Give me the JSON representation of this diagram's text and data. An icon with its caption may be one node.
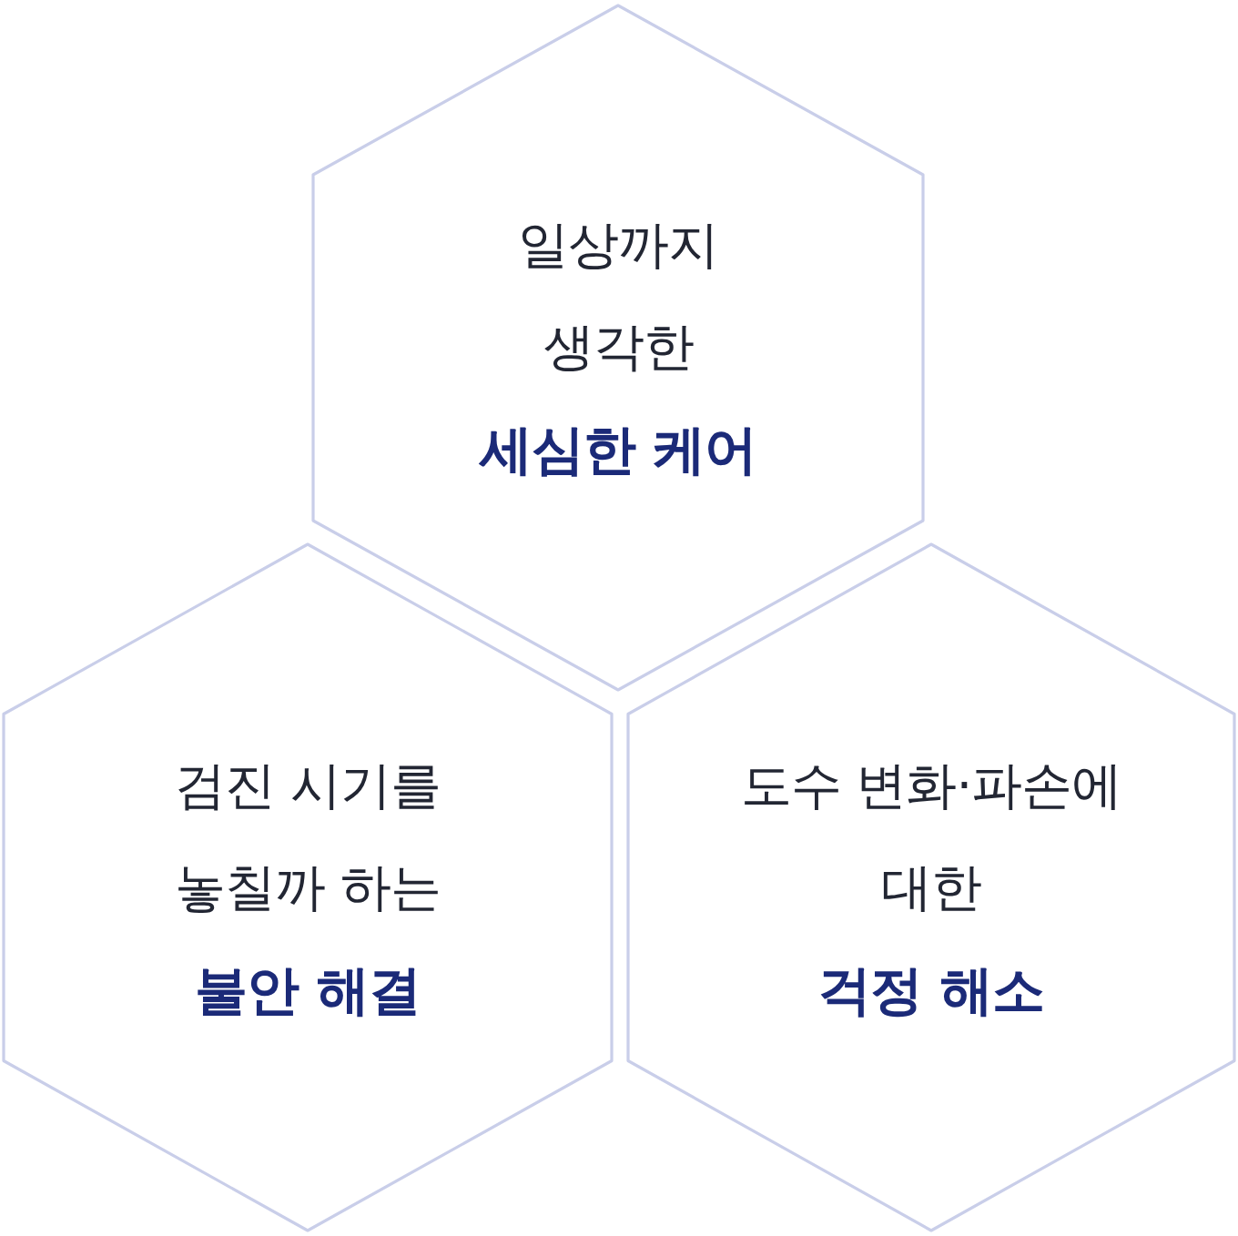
{
  "diagram": {
    "nodes": [
      {
        "text": [
          "일상까지 생각한",
          "세심한 케어"
        ]
      },
      {
        "text": [
          "검진 시기를 놓칠까 하는",
          "불안 해결"
        ]
      },
      {
        "text": [
          "도수 변화·파손에 대한",
          "걱정 해소"
        ]
      }
    ]
  }
}
